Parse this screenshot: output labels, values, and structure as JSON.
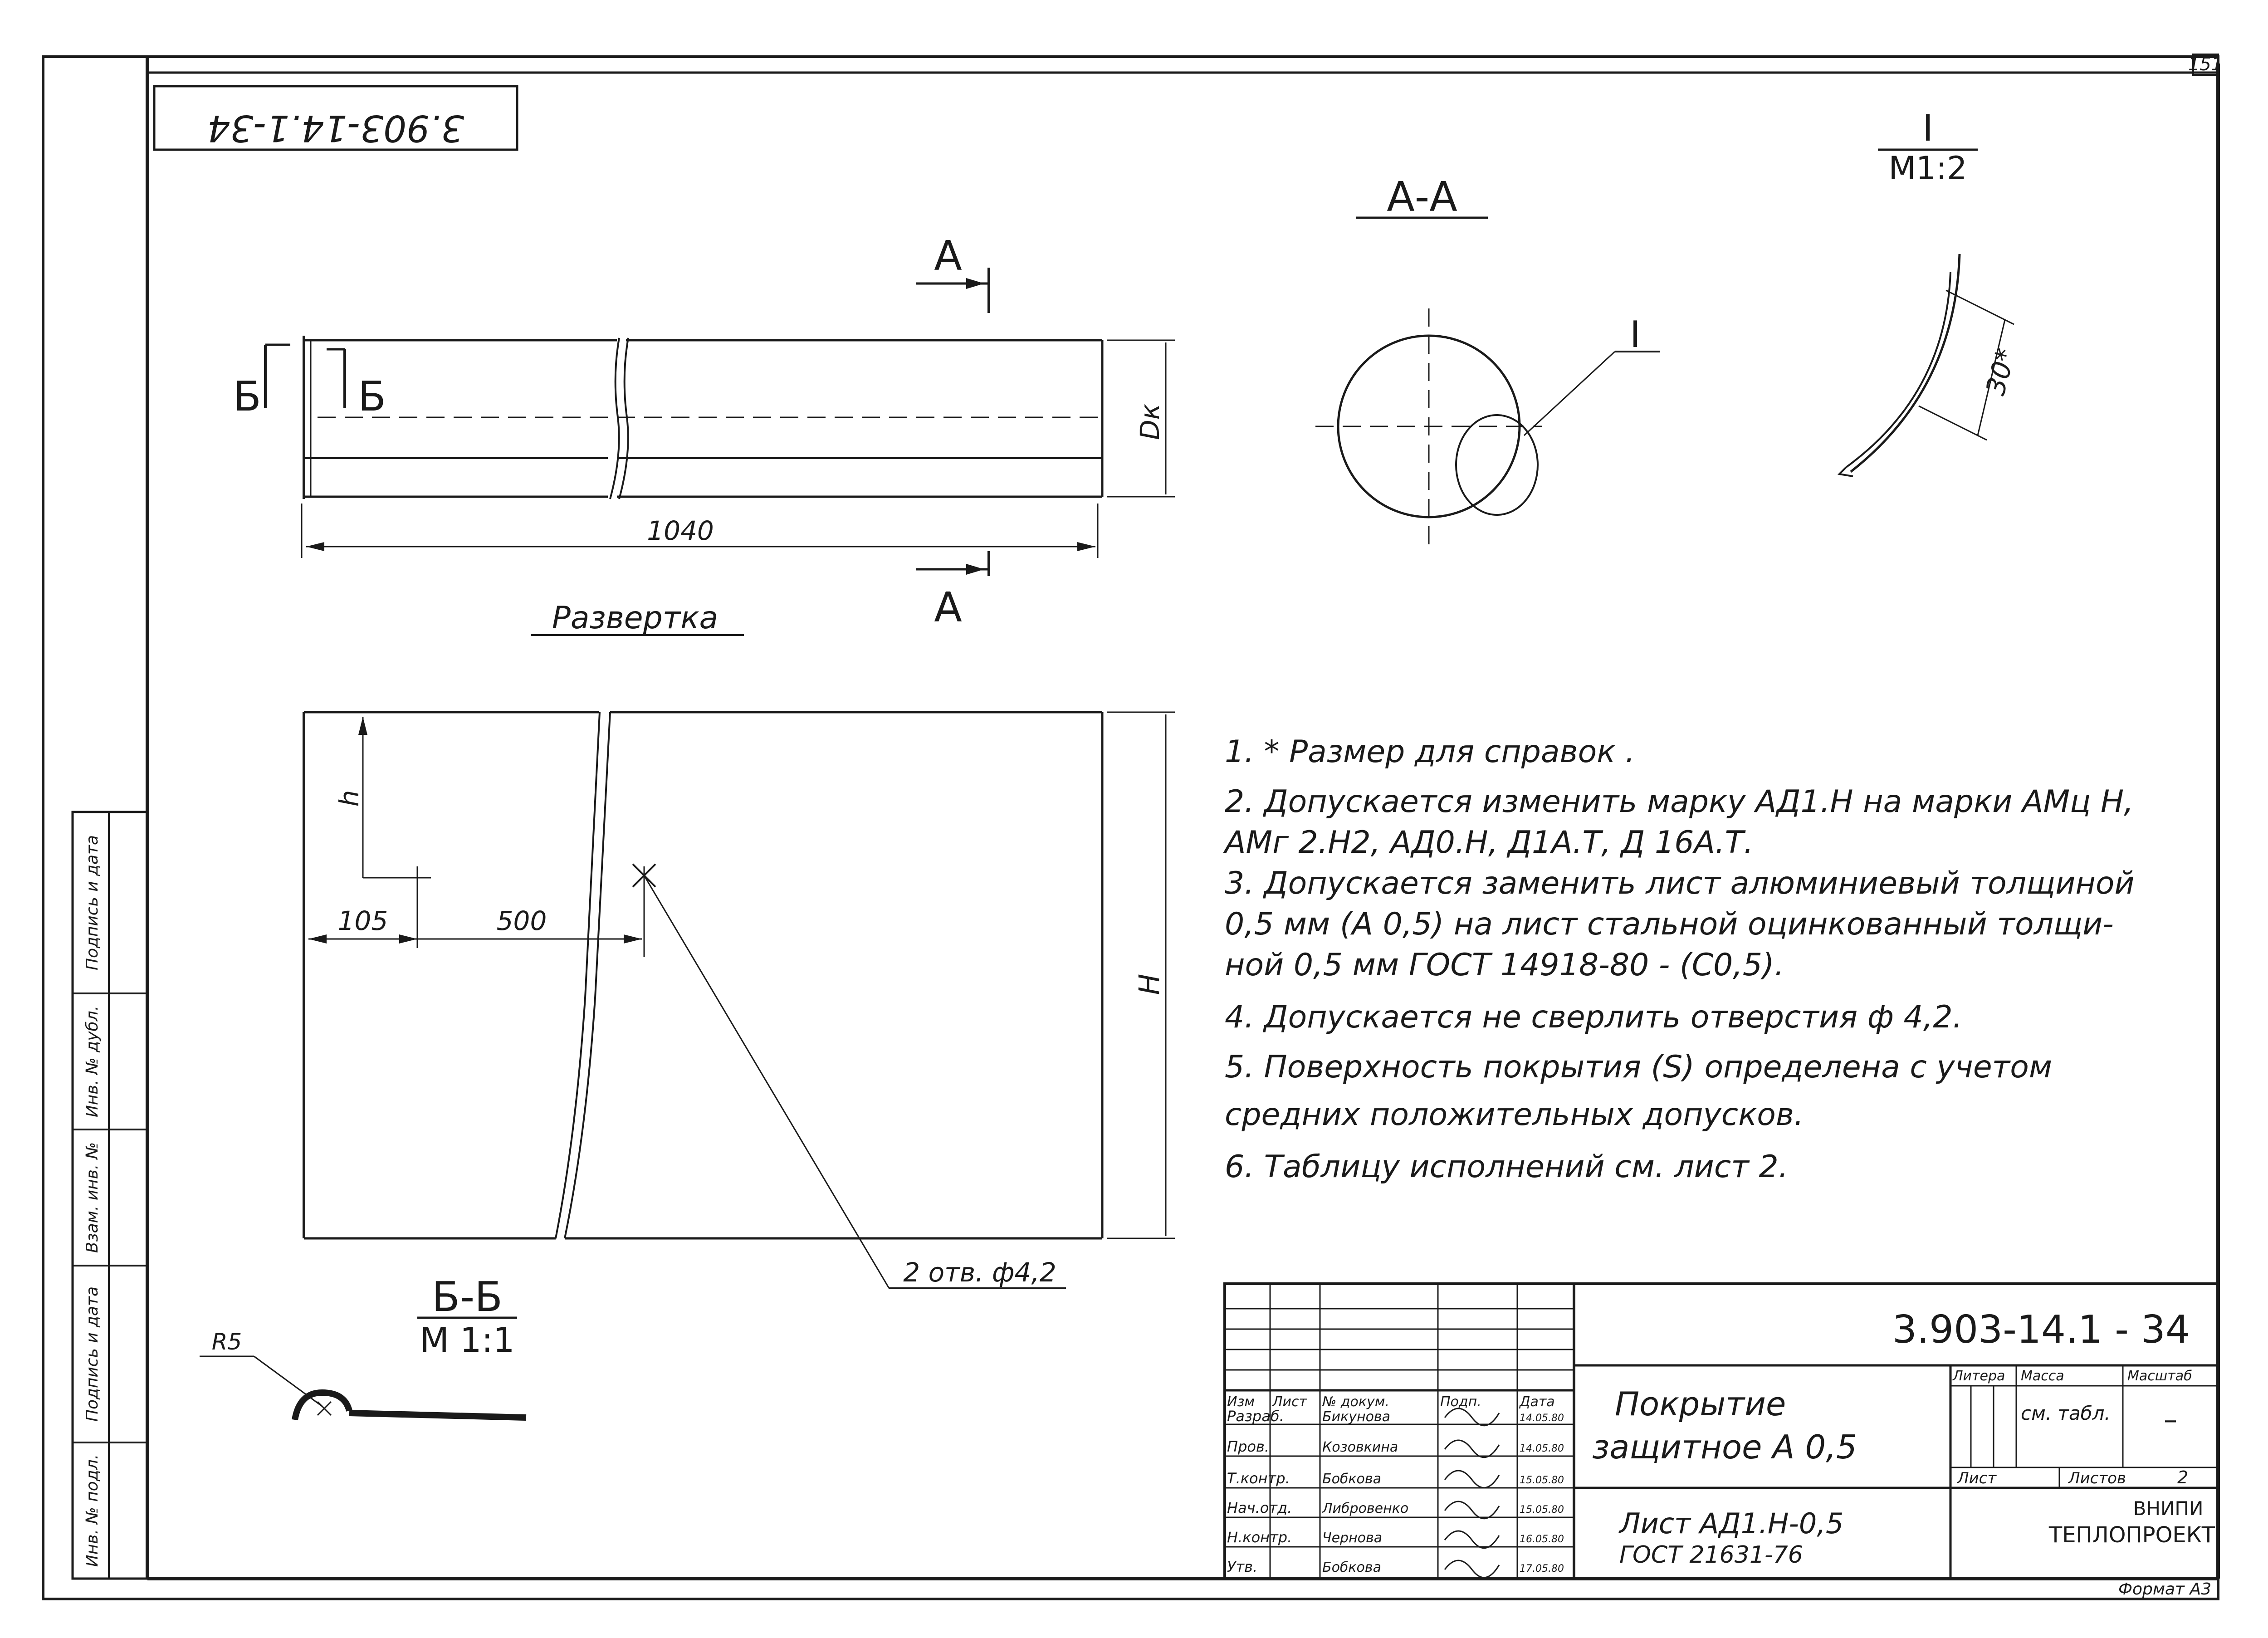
{
  "sheet": {
    "page_number": "151",
    "doc_code_rotated": "3.903-14.1-34",
    "format_label": "Формат А3"
  },
  "drawing_unfold": {
    "section_a_top": "А",
    "section_a_bottom": "А",
    "section_b_left": "Б",
    "section_b_right": "Б",
    "dim_length": "1040",
    "dim_diameter": "Dк",
    "caption": "Развертка"
  },
  "section_aa": {
    "title": "А-А",
    "callout": "I"
  },
  "detail_i": {
    "title": "I",
    "scale": "М1:2",
    "dim": "30*"
  },
  "drawing_flat": {
    "dim_h": "h",
    "dim_105": "105",
    "dim_500": "500",
    "dim_H": "H",
    "holes_label": "2 отв. ф4,2"
  },
  "section_bb": {
    "title": "Б-Б",
    "scale": "М 1:1",
    "radius": "R5"
  },
  "notes": [
    "1. * Размер для справок .",
    "2. Допускается изменить марку АД1.Н на марки АМц Н,",
    "АМг 2.Н2, АД0.Н, Д1А.Т, Д 16А.Т.",
    "3. Допускается заменить лист алюминиевый толщиной",
    "0,5 мм (А 0,5) на лист стальной оцинкованный толщи-",
    "ной 0,5 мм ГОСТ 14918-80 - (С0,5).",
    "4. Допускается не сверлить отверстия ф 4,2.",
    "5. Поверхность покрытия (S) определена с учетом",
    "средних положительных допусков.",
    "6. Таблицу исполнений см. лист 2."
  ],
  "left_margin": {
    "labels": [
      "Инв. № подл.",
      "Подпись и дата",
      "Взам. инв. №",
      "Инв. № дубл.",
      "Подпись и дата"
    ]
  },
  "title_block": {
    "doc_code": "3.903-14.1 - 34",
    "title_line1": "Покрытие",
    "title_line2": "защитное  А 0,5",
    "material_line1": "Лист АД1.Н-0,5",
    "material_line2": "ГОСТ 21631-76",
    "col_headers": [
      "Изм",
      "Лист",
      "№ докум.",
      "Подп.",
      "Дата"
    ],
    "roles": [
      {
        "role": "Разраб.",
        "name": "Бикунова",
        "date": "14.05.80"
      },
      {
        "role": "Пров.",
        "name": "Козовкина",
        "date": "14.05.80"
      },
      {
        "role": "Т.контр.",
        "name": "Бобкова",
        "date": "15.05.80"
      },
      {
        "role": "Нач.отд.",
        "name": "Либровенко",
        "date": "15.05.80"
      },
      {
        "role": "Н.контр.",
        "name": "Чернова",
        "date": "16.05.80"
      },
      {
        "role": "Утв.",
        "name": "Бобкова",
        "date": "17.05.80"
      }
    ],
    "litera_label": "Литера",
    "mass_label": "Масса",
    "scale_label": "Масштаб",
    "mass_value": "см. табл.",
    "scale_value": "–",
    "sheet_label": "Лист",
    "sheets_label": "Листов",
    "sheets_value": "2",
    "org_line1": "ВНИПИ",
    "org_line2": "ТЕПЛОПРОЕКТ"
  }
}
